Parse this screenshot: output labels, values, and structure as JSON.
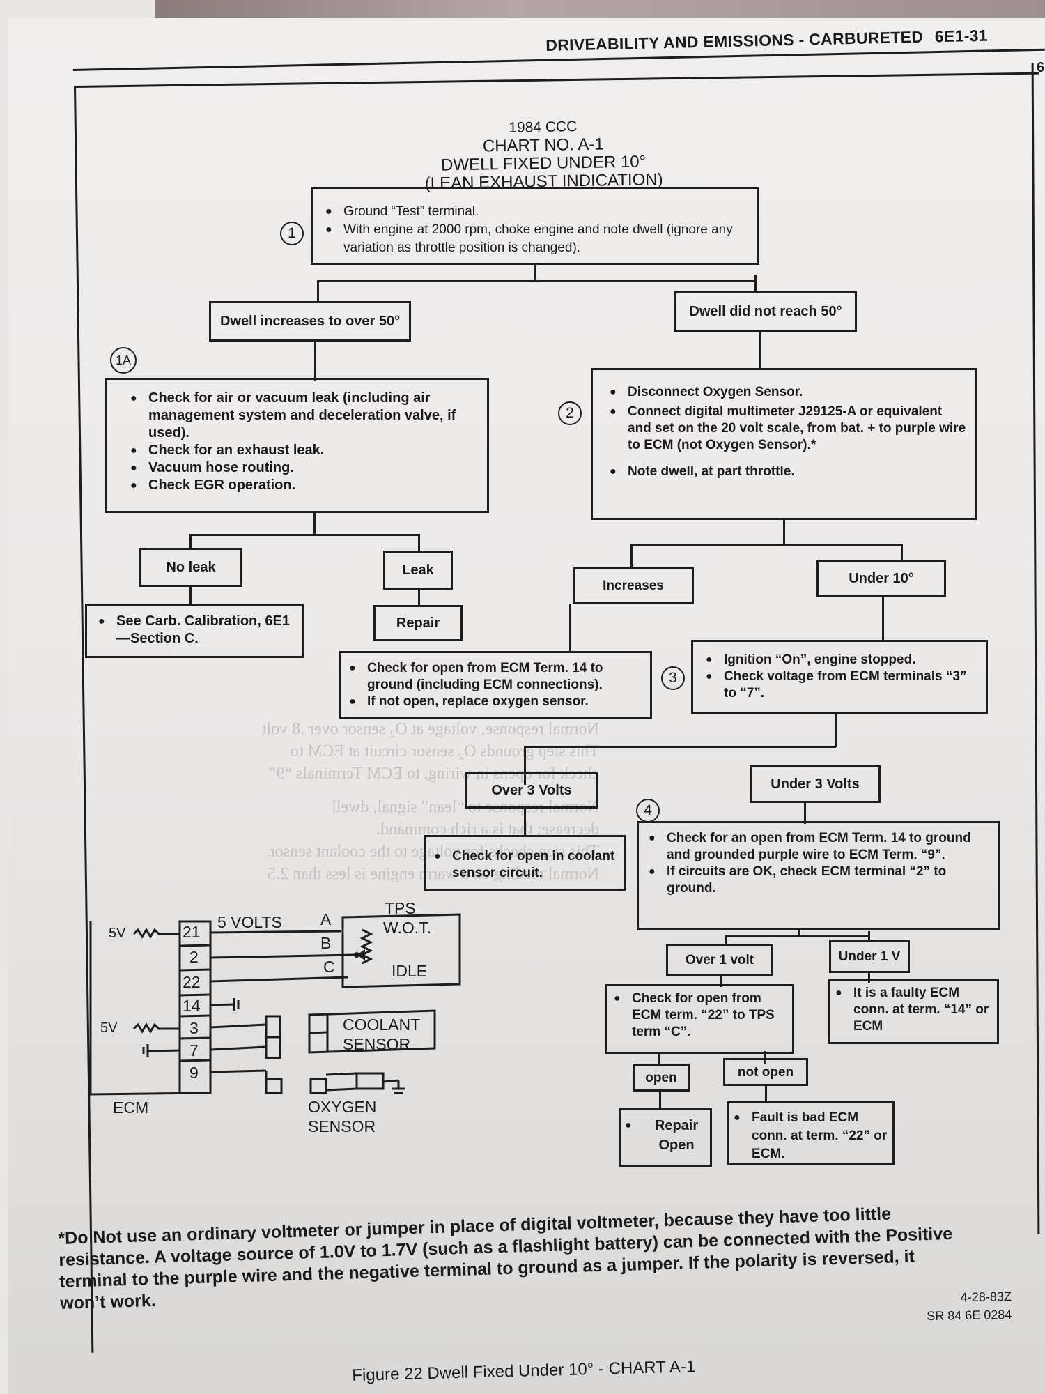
{
  "header": {
    "section_title": "DRIVEABILITY AND EMISSIONS - CARBURETED",
    "page_number": "6E1-31",
    "edge_char": "6"
  },
  "chart": {
    "line1": "1984 CCC",
    "line2": "CHART NO. A-1",
    "line3": "DWELL FIXED UNDER 10°",
    "line4": "(LEAN EXHAUST INDICATION)"
  },
  "steps": {
    "s1": "1",
    "s1a": "1A",
    "s2": "2",
    "s3": "3",
    "s4": "4"
  },
  "boxes": {
    "step1": [
      "Ground “Test” terminal.",
      "With engine at 2000 rpm, choke engine and note dwell (ignore any variation as throttle position is changed)."
    ],
    "dwell_increases": "Dwell increases to over 50°",
    "dwell_not_reach": "Dwell did not reach 50°",
    "step1a": [
      "Check for air or vacuum leak (including air management system and deceleration valve, if used).",
      "Check for an exhaust leak.",
      "Vacuum hose routing.",
      "Check EGR operation."
    ],
    "step2": [
      "Disconnect Oxygen Sensor.",
      "Connect digital multimeter J29125-A or equivalent and set on the 20 volt scale, from bat. + to purple wire to ECM (not Oxygen Sensor).*",
      "Note dwell, at part throttle."
    ],
    "no_leak": "No leak",
    "leak": "Leak",
    "see_carb": [
      "See Carb. Calibration, 6E1—Section C."
    ],
    "repair": "Repair",
    "increases": "Increases",
    "under_10": "Under 10°",
    "check_open_14": [
      "Check for open from ECM Term. 14 to ground (including ECM connections).",
      "If not open, replace oxygen sensor."
    ],
    "step3": [
      "Ignition “On”, engine stopped.",
      "Check voltage from ECM terminals “3” to “7”."
    ],
    "over_3v": "Over 3 Volts",
    "under_3v": "Under 3 Volts",
    "coolant_check": [
      "Check for open in coolant sensor circuit."
    ],
    "step4": [
      "Check for an open from ECM Term. 14 to ground and grounded purple wire to ECM Term. “9”.",
      "If circuits are OK, check ECM terminal “2” to ground."
    ],
    "over_1v": "Over 1 volt",
    "under_1v": "Under 1 V",
    "check_22": [
      "Check for open from ECM term. “22” to TPS term “C”."
    ],
    "faulty_ecm": [
      "It is a faulty ECM conn. at term. “14” or ECM"
    ],
    "open": "open",
    "not_open": "not open",
    "repair_open": [
      "Repair Open"
    ],
    "fault_bad": [
      "Fault is bad ECM conn. at term. “22” or ECM."
    ]
  },
  "wiring": {
    "ecm_label": "ECM",
    "terminals": [
      "21",
      "2",
      "22",
      "14",
      "3",
      "7",
      "9"
    ],
    "v5_top": "5V",
    "v5_mid": "5V",
    "five_volts": "5 VOLTS",
    "pin_a": "A",
    "pin_b": "B",
    "pin_c": "C",
    "tps": "TPS",
    "wot": "W.O.T.",
    "idle": "IDLE",
    "coolant_sensor": "COOLANT SENSOR",
    "oxygen_sensor": "OXYGEN SENSOR"
  },
  "footnote": "*Do Not use an ordinary voltmeter or jumper in place of digital voltmeter, because they have too little resistance. A voltage source of 1.0V to 1.7V (such as a flashlight battery) can be connected with the Positive terminal to the purple wire and the negative terminal to ground as a jumper. If the polarity is reversed, it won’t work.",
  "reference": {
    "date": "4-28-83Z",
    "code": "SR 84 6E 0284"
  },
  "caption": "Figure 22 Dwell Fixed Under 10° - CHART A-1",
  "bleed_through": [
    "Normal response, voltage at O₂ sensor over .8 volt",
    "This step grounds O₂ sensor circuit at ECM to",
    "check for opens in wiring, to ECM Terminals “9”",
    "Normal response to “lean” signal, dwell",
    "decrease; that is a rich command.",
    "This step checks for voltage to the coolant sensor.",
    "Normal reading on a warm engine is less than 2.5"
  ]
}
